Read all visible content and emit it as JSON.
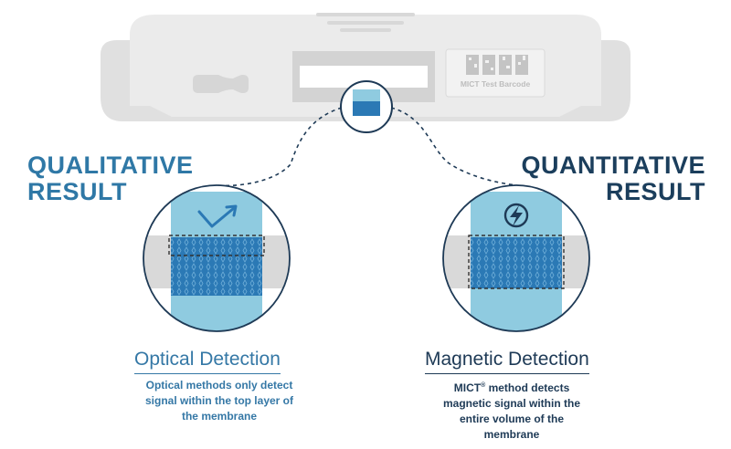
{
  "qualitative": {
    "line1": "QUALITATIVE",
    "line2": "RESULT",
    "method_title": "Optical Detection",
    "description_line1": "Optical methods only detect",
    "description_line2": "signal within the top layer of",
    "description_line3": "the membrane"
  },
  "quantitative": {
    "line1": "QUANTITATIVE",
    "line2": "RESULT",
    "method_title": "Magnetic Detection",
    "description_prefix": "MICT",
    "description_registered": "®",
    "description_line1_rest": " method detects",
    "description_line2": "magnetic signal within the",
    "description_line3": "entire volume of the",
    "description_line4": "membrane"
  },
  "cassette": {
    "barcode_label": "MICT Test Barcode"
  },
  "colors": {
    "qualitative_accent": "#2f78a6",
    "quantitative_accent": "#1b3e5c",
    "membrane_fill": "#2b79b5",
    "top_layer_fill": "#8fcbe0",
    "cassette_gray": "#e6e6e6",
    "cassette_shadow": "#d3d3d3"
  },
  "icons": {
    "qualitative_symbol": "check-arrow-icon",
    "quantitative_symbol": "lightning-bolt-icon"
  }
}
